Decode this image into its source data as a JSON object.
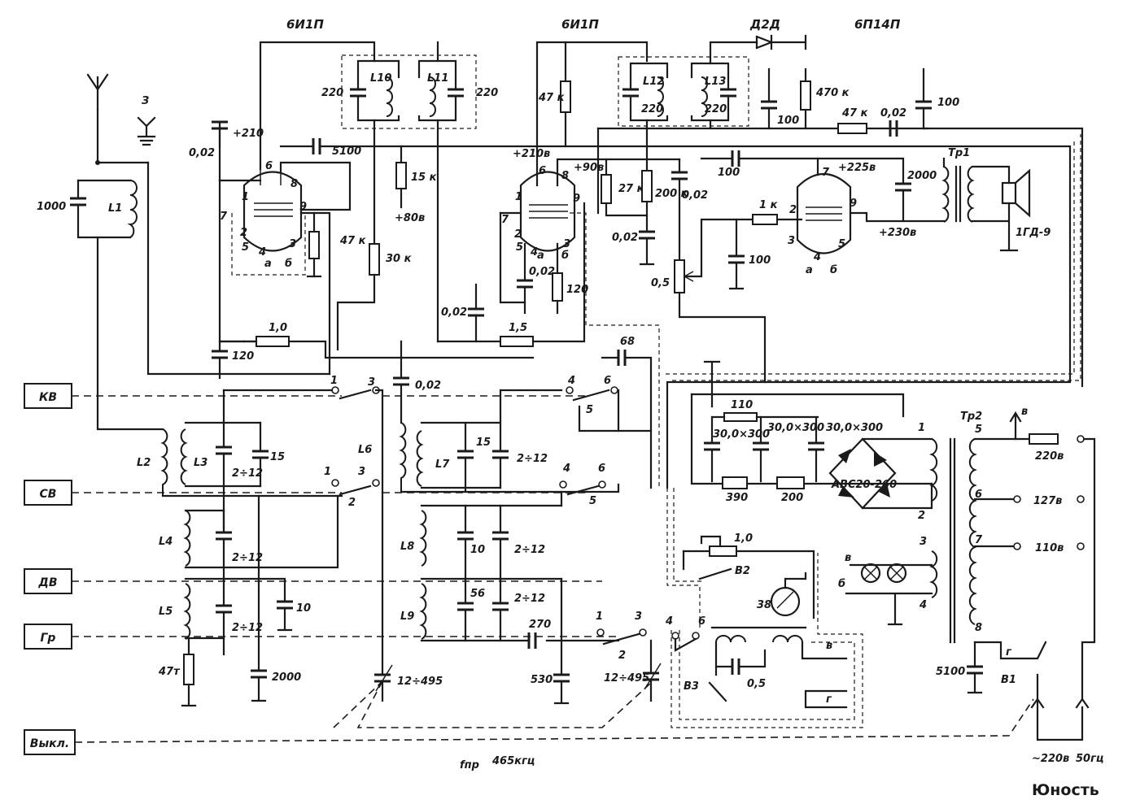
{
  "tubes": {
    "v1": "6И1П",
    "v2": "6И1П",
    "v3": "6П14П",
    "diode": "Д2Д"
  },
  "band_switch": {
    "buttons": [
      "КВ",
      "СВ",
      "ДВ",
      "Гр",
      "Выкл."
    ]
  },
  "inductors": {
    "L1": "L1",
    "L2": "L2",
    "L3": "L3",
    "L4": "L4",
    "L5": "L5",
    "L6": "L6",
    "L7": "L7",
    "L8": "L8",
    "L9": "L9",
    "L10": "L10",
    "L11": "L11",
    "L12": "L12",
    "L13": "L13"
  },
  "pin_labels": {
    "p1": "1",
    "p2": "2",
    "p3": "3",
    "p4": "4",
    "p5": "5",
    "p6": "6",
    "p7": "7",
    "p8": "8",
    "p9": "9",
    "pa": "а",
    "pb": "б"
  },
  "values": {
    "c1000": "1000",
    "antenna_ground": "З",
    "c002_v1": "0,02",
    "v210": "+210",
    "c5100_top": "5100",
    "c220_a": "220",
    "c220_b": "220",
    "c220_c": "220",
    "c220_d": "220",
    "r15k": "15 к",
    "v80": "+80в",
    "r47k_v1": "47 к",
    "r30k": "30 к",
    "r47k_v2": "47 к",
    "v210_2": "+210в",
    "v90": "+90в",
    "r27k": "27 к",
    "r200k": "200 к",
    "c002_b": "0,02",
    "c002_c": "0,02",
    "c002_d": "0,02",
    "c002_e": "0,02",
    "c002_f": "0,02",
    "r120": "120",
    "r1M": "1,0",
    "r15M": "1,5",
    "c120": "120",
    "c68": "68",
    "c100_a": "100",
    "c100_b": "100",
    "c100_c": "100",
    "c100_d": "100",
    "r470k": "470 к",
    "r47k_out": "47 к",
    "c002_out": "0,02",
    "v225": "+225в",
    "r1k": "1 к",
    "pot05": "0,5",
    "c2000_out": "2000",
    "v230": "+230в",
    "tr1": "Тр1",
    "speaker": "1ГД-9",
    "c15": "15",
    "c15b": "15",
    "c212_a": "2÷12",
    "c212_b": "2÷12",
    "c212_c": "2÷12",
    "c212_d": "2÷12",
    "c212_e": "2÷12",
    "c212_f": "2÷12",
    "c10": "10",
    "c10b": "10",
    "c56": "56",
    "c270": "270",
    "c530": "530",
    "c2000": "2000",
    "r47t": "47т",
    "c12_495_a": "12÷495",
    "c12_495_b": "12÷495",
    "fpr": "fпр",
    "fpr_val": "465кгц",
    "r110": "110",
    "c30_300_a": "30,0×300",
    "c30_300_b": "30,0×300",
    "c30_300_c": "30,0×300",
    "r390": "390",
    "r200": "200",
    "rect": "АВС20-260",
    "pot10": "1,0",
    "v2sw": "В2",
    "v3sw": "В3",
    "v1sw": "В1",
    "meter": "38",
    "c05": "0,5",
    "tr2": "Тр2",
    "tap220": "220в",
    "tap127": "127в",
    "tap110": "110в",
    "c5100_ps": "5100",
    "mains": "~220в",
    "mains_freq": "50гц",
    "terminal_v": "в",
    "terminal_g": "г",
    "brand": "Юность"
  }
}
